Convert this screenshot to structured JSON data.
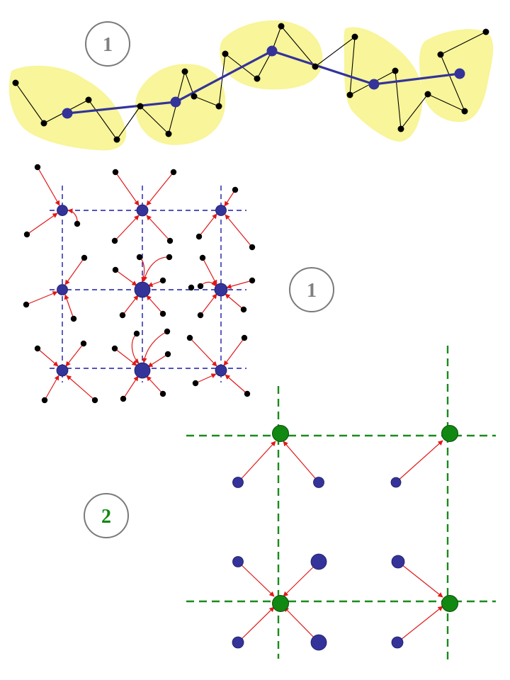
{
  "colors": {
    "blob_fill": "#f8f59a",
    "fine_node": "#000000",
    "coarse_node": "#333399",
    "grid_blue": "#1a1aa6",
    "grid_green": "#1a8a1a",
    "green_node": "#118811",
    "arrow_red": "#e01818",
    "badge_stroke": "#7a7a7a",
    "badge_text_gray": "#808080",
    "badge_text_green": "#118811"
  },
  "panel_top": {
    "badge": "1"
  },
  "panel_middle": {
    "badge": "1"
  },
  "panel_bottom": {
    "badge": "2"
  }
}
